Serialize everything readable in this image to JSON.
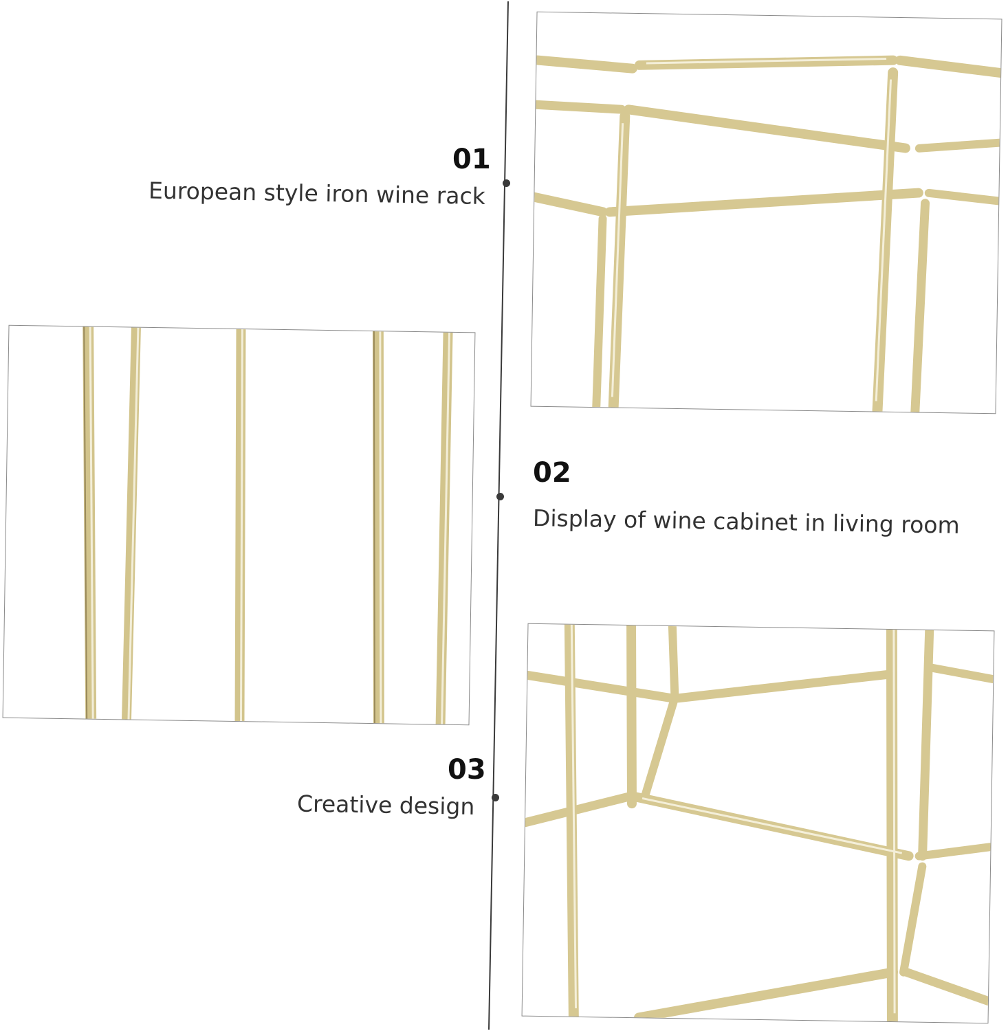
{
  "features": [
    {
      "number": "01",
      "caption": "European style iron wine rack"
    },
    {
      "number": "02",
      "caption": "Display of wine cabinet in living room"
    },
    {
      "number": "03",
      "caption": "Creative design"
    }
  ],
  "colors": {
    "accent_gold": "#d4c48a",
    "text": "#333333",
    "line": "#3a3a3a"
  },
  "images": [
    {
      "icon": "wire-rack-joint-photo"
    },
    {
      "icon": "wire-rack-bars-photo"
    },
    {
      "icon": "wire-rack-base-photo"
    }
  ]
}
